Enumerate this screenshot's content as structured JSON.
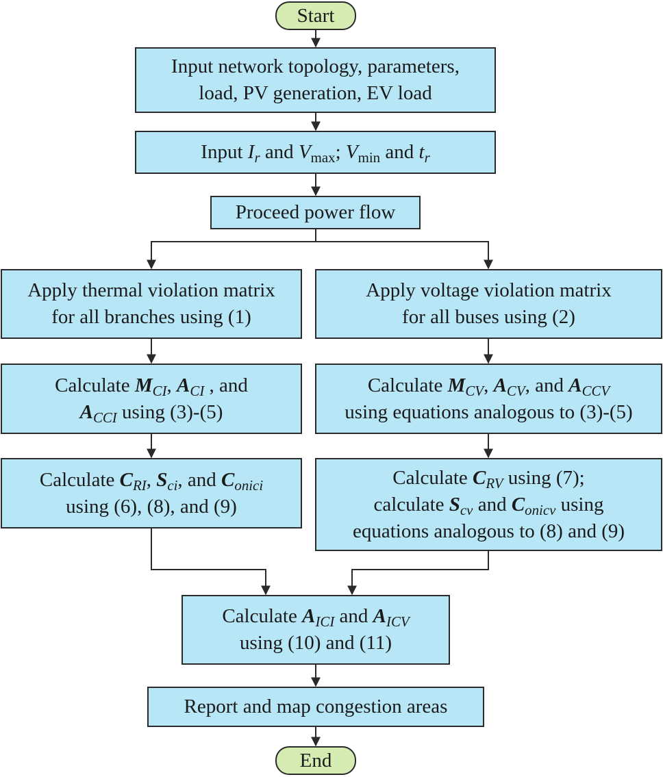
{
  "flowchart": {
    "start": "Start",
    "input_network": [
      "Input network topology, parameters,",
      "load, PV generation, EV load"
    ],
    "input_limits": {
      "prefix": "Input ",
      "i_sym": "I",
      "i_sub": "r",
      "and1": " and ",
      "v_sym": "V",
      "vmax_sub": "max",
      "semi": "; ",
      "vmin_sub": "min",
      "and2": " and ",
      "t_sym": "t",
      "t_sub": "r"
    },
    "power_flow": "Proceed power flow",
    "thermal_matrix": [
      "Apply thermal violation matrix",
      "for all branches using (1)"
    ],
    "voltage_matrix": [
      "Apply voltage violation matrix",
      "for all buses using (2)"
    ],
    "calc_ci": {
      "pre": "Calculate ",
      "m_sym": "M",
      "m_sub": "CI",
      "comma1": ", ",
      "a_sym": "A",
      "a_sub": "CI",
      "and": " , and",
      "acci_sub": "CCI",
      "post": " using (3)-(5)"
    },
    "calc_cv": {
      "pre": "Calculate ",
      "m_sym": "M",
      "m_sub": "CV",
      "comma1": ", ",
      "a_sym": "A",
      "a_sub": "CV",
      "and": ", and ",
      "accv_sub": "CCV",
      "line2": "using equations analogous to (3)-(5)"
    },
    "calc_cri": {
      "pre": "Calculate ",
      "c_sym": "C",
      "c_sub": "RI",
      "comma1": ", ",
      "s_sym": "S",
      "s_sub": "ci",
      "and": ", and ",
      "con_sub": "onici",
      "line2": "using (6), (8), and (9)"
    },
    "calc_crv": {
      "pre": "Calculate ",
      "c_sym": "C",
      "c_sub": "RV",
      "post1": " using (7);",
      "pre2": "calculate ",
      "s_sym": "S",
      "s_sub": "cv",
      "and": " and ",
      "con_sub": "onicv",
      "post2": " using",
      "line3": "equations analogous to (8) and (9)"
    },
    "calc_aic": {
      "pre": "Calculate ",
      "a_sym": "A",
      "aici_sub": "ICI",
      "and": " and ",
      "aicv_sub": "ICV",
      "line2": "using (10) and (11)"
    },
    "report": "Report and map congestion areas",
    "end": "End"
  }
}
